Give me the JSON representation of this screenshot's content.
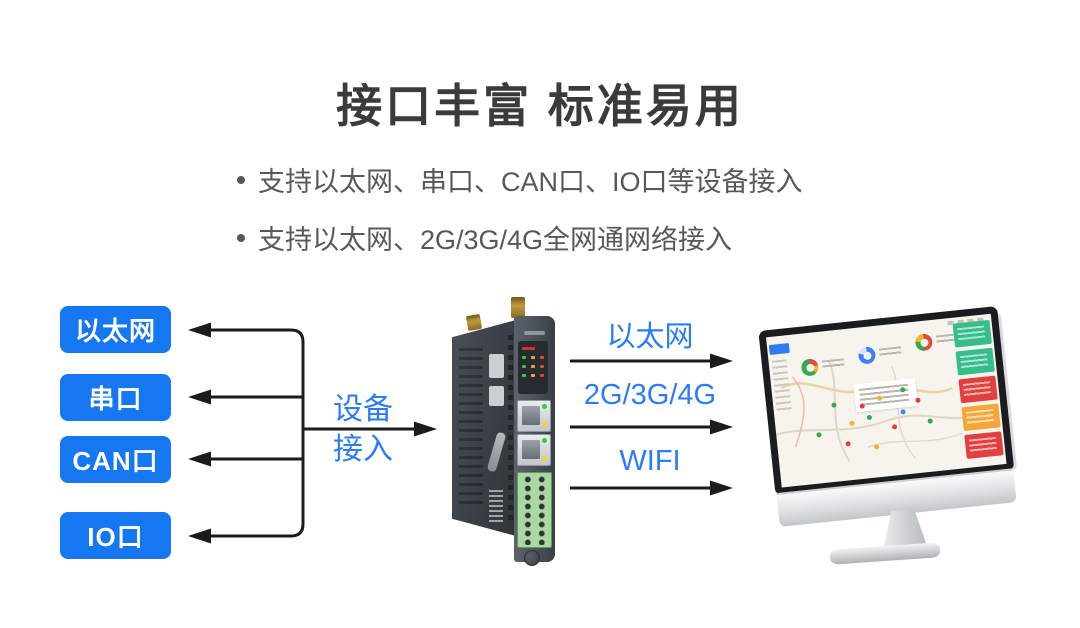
{
  "title": "接口丰富 标准易用",
  "features": {
    "items": [
      {
        "text": "支持以太网、串口、CAN口、IO口等设备接入"
      },
      {
        "text": "支持以太网、2G/3G/4G全网通网络接入"
      }
    ]
  },
  "device_ports": {
    "items": [
      {
        "label": "以太网"
      },
      {
        "label": "串口"
      },
      {
        "label": "CAN口"
      },
      {
        "label": "IO口"
      }
    ]
  },
  "device_access": {
    "line1": "设备",
    "line2": "接入"
  },
  "network_links": {
    "items": [
      {
        "label": "以太网"
      },
      {
        "label": "2G/3G/4G"
      },
      {
        "label": "WIFI"
      }
    ]
  },
  "colors": {
    "accent_blue": "#1677f2",
    "label_blue": "#2b7cf5",
    "arrow_black": "#1b1b1b",
    "title_color": "#3b3b3b",
    "text_color": "#58585a",
    "card_green": "#35be8b",
    "card_red": "#e2403e",
    "card_orange": "#f2a73b",
    "terminal_green": "#a9d9a0",
    "monitor_bezel": "#1b1c20"
  }
}
